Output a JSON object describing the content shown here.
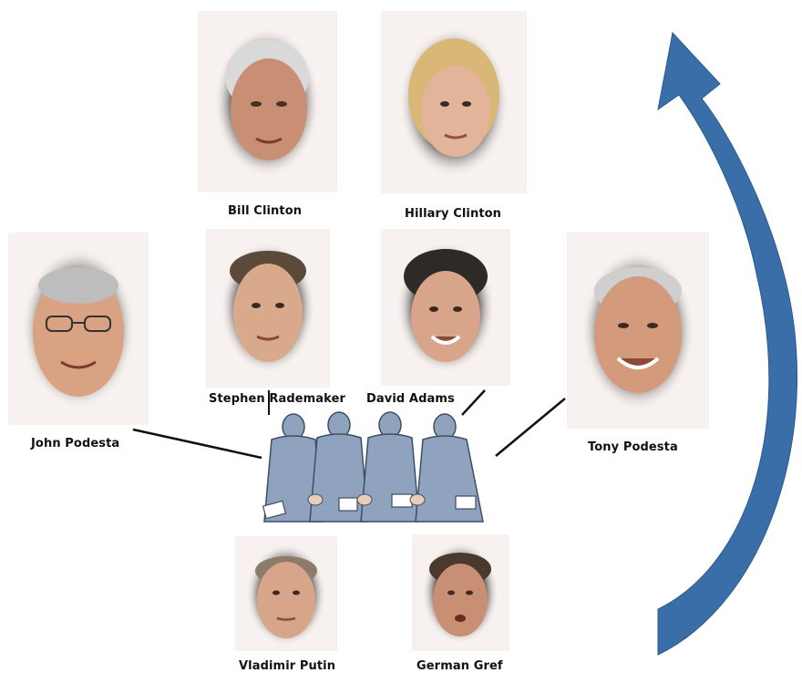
{
  "people": {
    "bill_clinton": "Bill Clinton",
    "hillary_clinton": "Hillary Clinton",
    "john_podesta": "John Podesta",
    "stephen_rademaker": "Stephen Rademaker",
    "david_adams": "David Adams",
    "tony_podesta": "Tony Podesta",
    "vladimir_putin": "Vladimir Putin",
    "german_gref": "German Gref"
  },
  "colors": {
    "arrow": "#3a6ea8",
    "portrait_bg": "#f7f1ef",
    "suits": "#8fa2be",
    "connector": "#111111"
  },
  "icons": {
    "arrow": "curved-arrow-icon",
    "group": "handshake-bribe-illustration"
  }
}
